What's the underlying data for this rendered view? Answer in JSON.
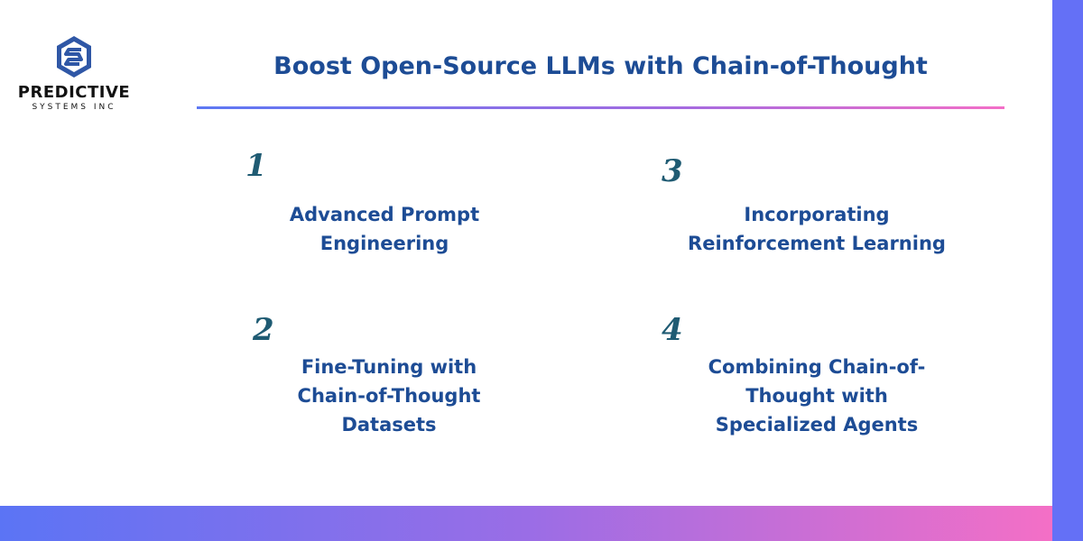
{
  "brand": {
    "name": "PREDICTIVE",
    "subtitle": "SYSTEMS INC",
    "icon": "hexagon-logo-icon"
  },
  "header": {
    "title": "Boost Open-Source LLMs with Chain-of-Thought"
  },
  "items": [
    {
      "number": "1",
      "line1": "Advanced Prompt",
      "line2": "Engineering",
      "line3": ""
    },
    {
      "number": "2",
      "line1": "Fine-Tuning with",
      "line2": "Chain-of-Thought",
      "line3": "Datasets"
    },
    {
      "number": "3",
      "line1": "Incorporating",
      "line2": "Reinforcement Learning",
      "line3": ""
    },
    {
      "number": "4",
      "line1": "Combining Chain-of-",
      "line2": "Thought with",
      "line3": "Specialized Agents"
    }
  ],
  "colors": {
    "title": "#1d4c95",
    "number": "#1f5b73",
    "accent_band": "#6470f6",
    "gradient_start": "#5b74f5",
    "gradient_end": "#f46fc6"
  }
}
